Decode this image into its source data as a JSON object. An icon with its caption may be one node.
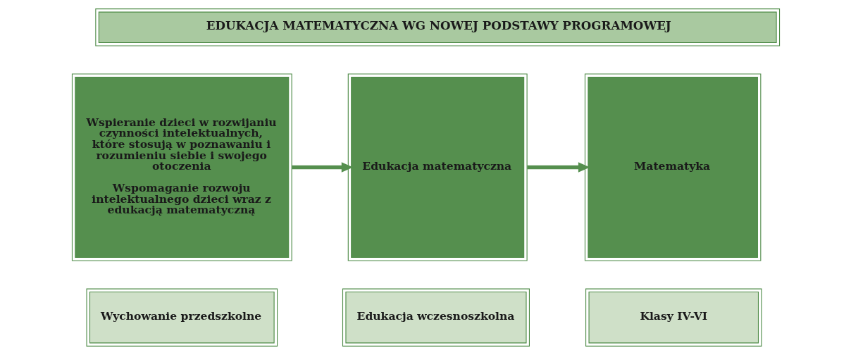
{
  "diagram": {
    "nodes": [
      {
        "text": [
          "EDUKACJA MATEMATYCZNA WG NOWEJ PODSTAWY PROGRAMOWEJ"
        ]
      },
      {
        "text": [
          "Wspieranie dzieci w rozwijaniu czynności intelektualnych, które stosują w poznawaniu i rozumieniu siebie i swojego otoczenia",
          "Wspomaganie rozwoju intelektualnego dzieci wraz z edukacją matematyczną"
        ]
      },
      {
        "text": [
          "Edukacja matematyczna"
        ]
      },
      {
        "text": [
          "Matematyka"
        ]
      },
      {
        "text": [
          "Wychowanie przedszkolne"
        ]
      },
      {
        "text": [
          "Edukacja wczesnoszkolna"
        ]
      },
      {
        "text": [
          "Klasy IV-VI"
        ]
      }
    ],
    "edges": [
      {
        "from": 1,
        "to": 2,
        "arrow": "to"
      },
      {
        "from": 2,
        "to": 3,
        "arrow": "to"
      }
    ]
  }
}
